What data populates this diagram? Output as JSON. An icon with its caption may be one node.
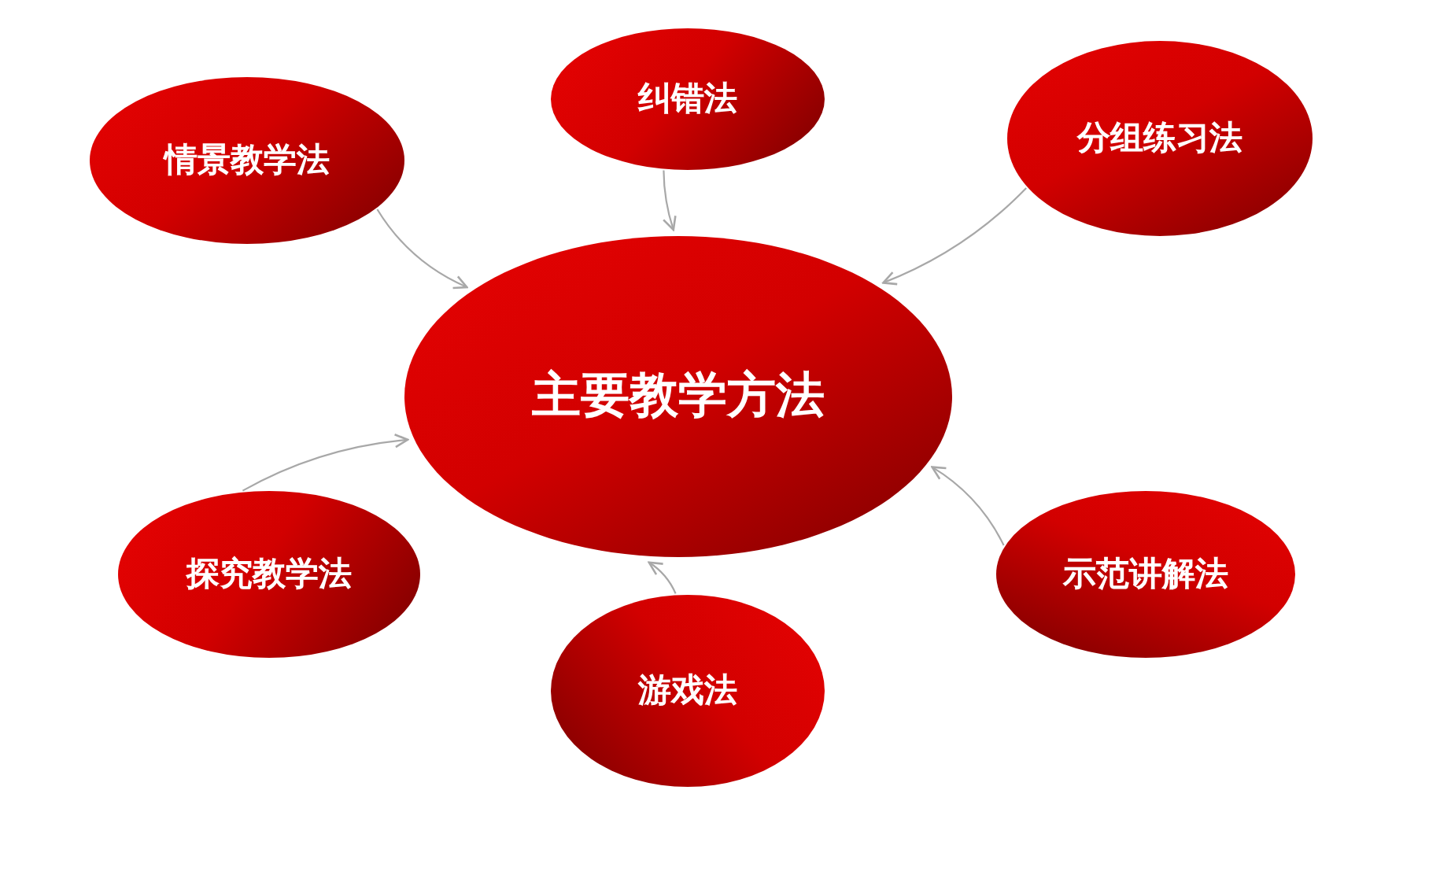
{
  "diagram": {
    "nodes": [
      {
        "text": [
          "纠错法"
        ]
      },
      {
        "text": [
          "情景教学法"
        ]
      },
      {
        "text": [
          "分组练习法"
        ]
      },
      {
        "text": [
          "主要教学方法"
        ]
      },
      {
        "text": [
          "探究教学法"
        ]
      },
      {
        "text": [
          "示范讲解法"
        ]
      },
      {
        "text": [
          "游戏法"
        ]
      }
    ],
    "edges": [
      {
        "from": 0,
        "to": 3,
        "arrow": "to"
      },
      {
        "from": 1,
        "to": 3,
        "arrow": "to"
      },
      {
        "from": 2,
        "to": 3,
        "arrow": "to"
      },
      {
        "from": 4,
        "to": 3,
        "arrow": "to"
      },
      {
        "from": 5,
        "to": 3,
        "arrow": "to"
      },
      {
        "from": 6,
        "to": 3,
        "arrow": "to"
      }
    ]
  }
}
